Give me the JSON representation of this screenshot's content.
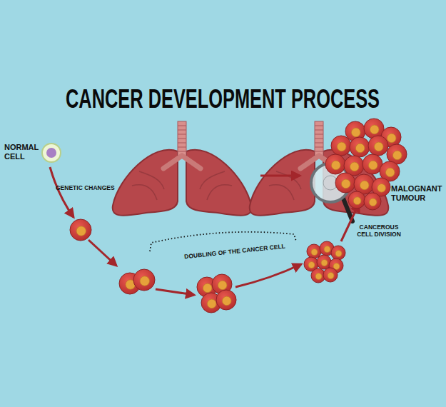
{
  "diagram": {
    "title": "CANCER DEVELOPMENT PROCESS",
    "labels": [
      "NORMAL CELL",
      "GENETIC CHANGES",
      "DOUBLING OF THE CANCER CELL",
      "CANCEROUS CELL DIVISION",
      "MALOGNANT TUMOUR"
    ]
  }
}
